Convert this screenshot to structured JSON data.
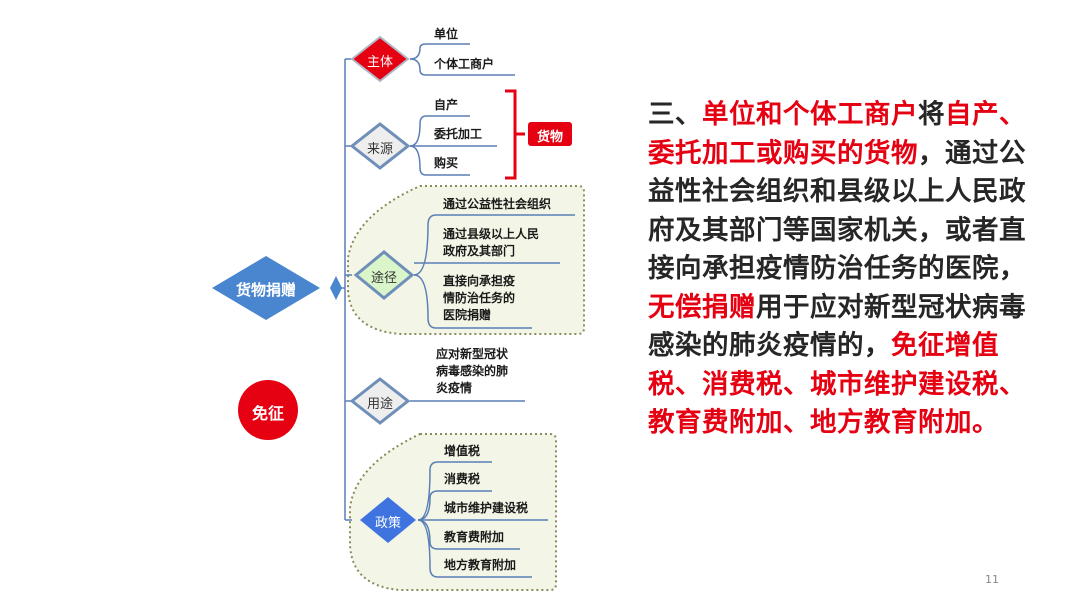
{
  "root": {
    "label": "货物捐赠",
    "color": "#4a86cf"
  },
  "exempt_badge": {
    "label": "免征",
    "color": "#e50012"
  },
  "branches": [
    {
      "label": "主体",
      "style": "red-filled",
      "children": [
        "单位",
        "个体工商户"
      ]
    },
    {
      "label": "来源",
      "style": "outline",
      "children": [
        "自产",
        "委托加工",
        "购买"
      ],
      "bracket_label": "货物"
    },
    {
      "label": "途径",
      "style": "green-outline",
      "children": [
        "通过公益性社会组织",
        "通过县级以上人民政府及其部门",
        "直接向承担疫情防治任务的医院捐赠"
      ],
      "children_lines": [
        [
          "通过公益性社会组织"
        ],
        [
          "通过县级以上人民",
          "政府及其部门"
        ],
        [
          "直接向承担疫",
          "情防治任务的",
          "医院捐赠"
        ]
      ]
    },
    {
      "label": "用途",
      "style": "outline",
      "children": [
        "应对新型冠状病毒感染的肺炎疫情"
      ],
      "children_lines": [
        [
          "应对新型冠状",
          "病毒感染的肺",
          "炎疫情"
        ]
      ]
    },
    {
      "label": "政策",
      "style": "blue-filled",
      "children": [
        "增值税",
        "消费税",
        "城市维护建设税",
        "教育费附加",
        "地方教育附加"
      ]
    }
  ],
  "paragraph": {
    "segments": [
      {
        "text": "三、",
        "color": "dark"
      },
      {
        "text": "单位和个体工商户",
        "color": "red"
      },
      {
        "text": "将",
        "color": "dark"
      },
      {
        "text": "自产、委托加工或购买的货物",
        "color": "red"
      },
      {
        "text": "，通过公益性社会组织和县级以上人民政府及其部门等国家机关，或者直接向承担疫情防治任务的医院，",
        "color": "dark"
      },
      {
        "text": "无偿捐赠",
        "color": "red"
      },
      {
        "text": "用于应对新型冠状病毒感染的肺炎疫情的，",
        "color": "dark"
      },
      {
        "text": "免征增值税、消费税、城市维护建设税、教育费附加、地方教育附加。",
        "color": "red"
      }
    ]
  },
  "page_number": "11",
  "colors": {
    "red": "#e50012",
    "blue": "#4a86cf",
    "line": "#5b7fb5",
    "dashed_border": "#8a8a5a",
    "green_fill": "#f3f6e6"
  }
}
